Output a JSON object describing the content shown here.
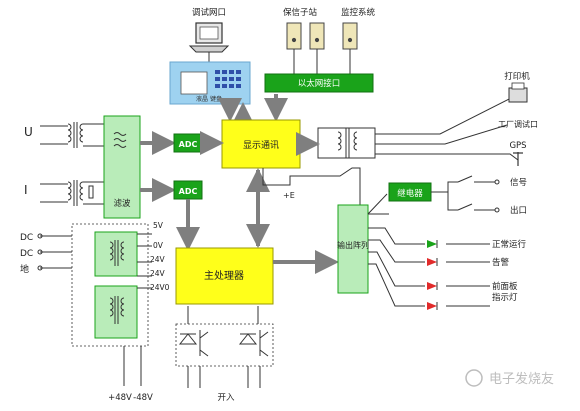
{
  "labels": {
    "debug_port": "调试网口",
    "substation": "保信子站",
    "monitoring": "监控系统",
    "ethernet": "以太网接口",
    "printer": "打印机",
    "factory_debug": "工厂调试口",
    "gps": "GPS",
    "u": "U",
    "i": "I",
    "filter": "滤波",
    "adc1": "ADC",
    "adc2": "ADC",
    "display_comm": "显示通讯",
    "e_pin": "+E",
    "relay": "继电器",
    "signal": "信号",
    "exit": "出口",
    "output_array": "输出阵列",
    "normal_run": "正常运行",
    "alarm": "告警",
    "front_panel": "前面板指示灯",
    "main_cpu": "主处理器",
    "dc1": "DC",
    "dc2": "DC",
    "ground": "地",
    "v5": "5V",
    "v0": "0V",
    "v24": "24V",
    "v24b": "24V",
    "v24c": "24V0",
    "p48": "+48V",
    "m48": "-48V",
    "switch_in": "开入",
    "panel_keys": "液晶 键盘",
    "watermark": "电子发烧友"
  },
  "colors": {
    "yellow": "#ffff1a",
    "green": "#1aa31a",
    "light_green": "#b9ecb9",
    "panel_blue": "#9ed2f0",
    "arrow_gray": "#7f7f7f",
    "line": "#333333"
  }
}
